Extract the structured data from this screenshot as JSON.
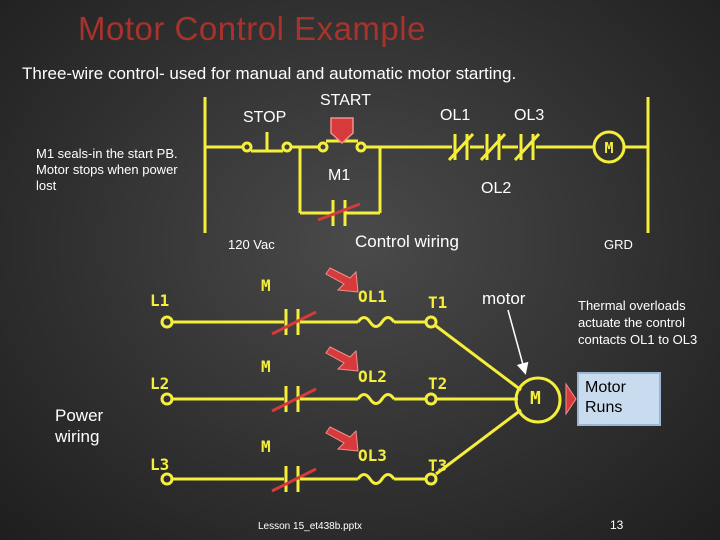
{
  "slide": {
    "title": "Motor Control Example",
    "subtitle": "Three-wire control-  used for manual and automatic motor starting.",
    "footer": "Lesson 15_et438b.pptx",
    "page_number": "13"
  },
  "control": {
    "stop": "STOP",
    "start": "START",
    "ol1": "OL1",
    "ol3": "OL3",
    "ol2": "OL2",
    "m1": "M1",
    "coil": "M",
    "seal_note": "M1 seals-in the start PB.  Motor stops when power lost",
    "voltage": "120 Vac",
    "control_wiring": "Control wiring",
    "grd": "GRD"
  },
  "power": {
    "lines": [
      "L1",
      "L2",
      "L3"
    ],
    "contact": "M",
    "overloads": [
      "OL1",
      "OL2",
      "OL3"
    ],
    "terminals": [
      "T1",
      "T2",
      "T3"
    ],
    "motor_label": "motor",
    "motor_symbol": "M",
    "power_wiring": "Power wiring",
    "thermal_note": "Thermal overloads actuate the control contacts OL1 to OL3",
    "motor_runs": "Motor Runs"
  },
  "colors": {
    "title": "#a8322c",
    "wire": "#f5ee3a",
    "actuated": "#d63a3a",
    "callout": "#c9dcef"
  }
}
